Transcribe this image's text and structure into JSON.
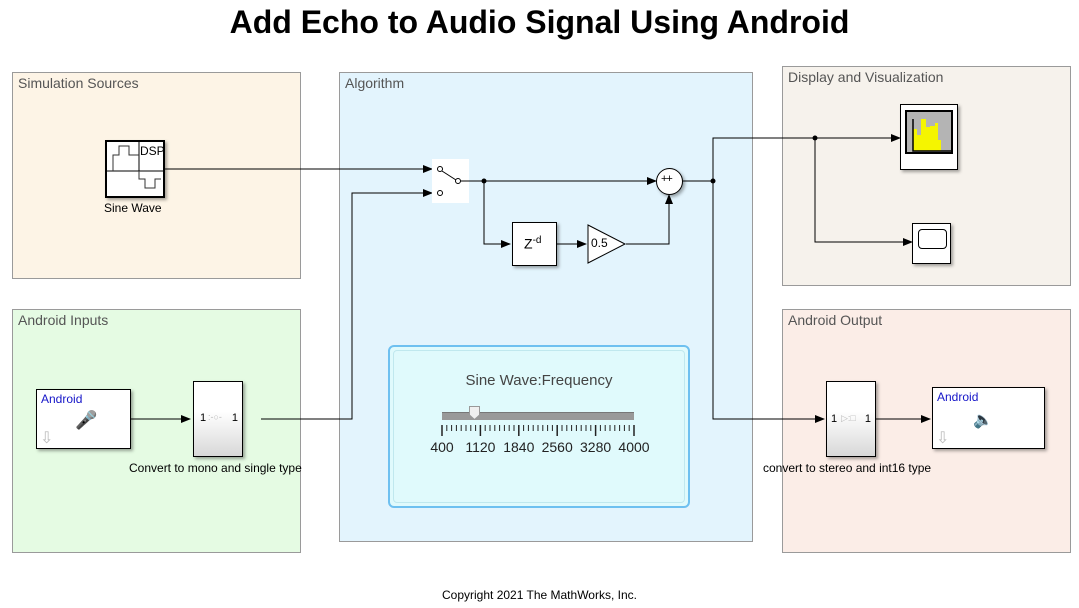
{
  "title": "Add Echo to Audio Signal Using Android",
  "areas": {
    "sim_sources": "Simulation Sources",
    "algorithm": "Algorithm",
    "display": "Display and Visualization",
    "android_inputs": "Android Inputs",
    "android_output": "Android Output"
  },
  "blocks": {
    "sine_wave": {
      "label": "Sine Wave",
      "icon_text": "DSP"
    },
    "delay": {
      "text": "Z",
      "exponent": "-d"
    },
    "gain": {
      "value": "0.5"
    },
    "sum": {
      "signs": "++"
    },
    "audio_capture": {
      "brand": "Android"
    },
    "convert_in": {
      "label": "Convert to mono and single type",
      "port_in": "1",
      "port_out": "1"
    },
    "convert_out": {
      "label": "convert to stereo and int16 type",
      "port_in": "1",
      "port_out": "1"
    },
    "audio_playback": {
      "brand": "Android"
    }
  },
  "slider": {
    "title": "Sine Wave:Frequency",
    "min": 400,
    "max": 4000,
    "value": 1000,
    "tick_labels": [
      "400",
      "1120",
      "1840",
      "2560",
      "3280",
      "4000"
    ]
  },
  "colors": {
    "sim_sources_bg": "#fdf4e6",
    "algorithm_bg": "#e3f4fd",
    "display_bg": "#f6f2ec",
    "android_inputs_bg": "#e5fbe3",
    "android_output_bg": "#fbede7",
    "android_brand": "#1515c8"
  },
  "copyright": "Copyright 2021 The MathWorks, Inc."
}
